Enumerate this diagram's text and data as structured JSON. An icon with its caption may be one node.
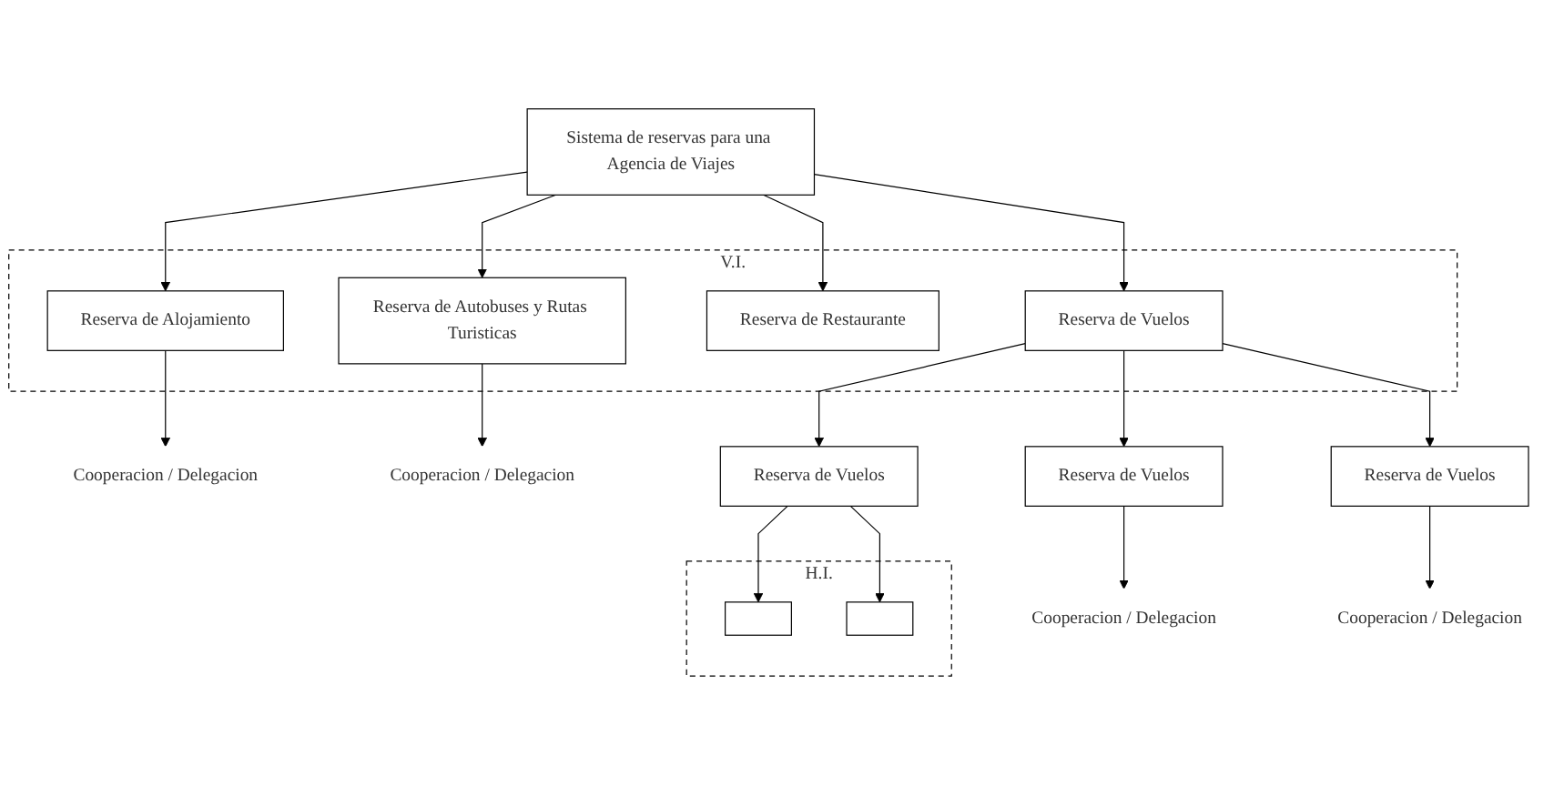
{
  "diagram": {
    "nodes": [
      {
        "text": [
          "Sistema de reservas para una Agencia de Viajes"
        ]
      },
      {
        "text": [
          "V.I."
        ]
      },
      {
        "text": [
          "Reserva de Alojamiento"
        ],
        "in": 1
      },
      {
        "text": [
          "Reserva de Vuelos"
        ],
        "in": 1
      },
      {
        "text": [
          "Reserva de Restaurante"
        ],
        "in": 1
      },
      {
        "text": [
          "Reserva de Autobuses y Rutas Turisticas"
        ],
        "in": 1
      },
      {
        "text": [
          "Cooperacion / Delegacion"
        ]
      },
      {
        "text": [
          "Cooperacion / Delegacion"
        ]
      },
      {
        "text": [
          "Reserva de Vuelos"
        ]
      },
      {
        "text": [
          "Reserva de Vuelos"
        ]
      },
      {
        "text": [
          "Reserva de Vuelos"
        ]
      },
      {
        "text": [
          "Cooperacion / Delegacion"
        ]
      },
      {
        "text": [
          "H.I."
        ]
      },
      {
        "text": [],
        "shape": "box",
        "in": 12
      },
      {
        "text": [],
        "shape": "box",
        "in": 12
      },
      {
        "text": [
          "Cooperacion / Delegacion"
        ]
      }
    ],
    "edges": [
      {
        "from": 0,
        "to": 2,
        "arrow": "to"
      },
      {
        "from": 0,
        "to": 3,
        "arrow": "to"
      },
      {
        "from": 0,
        "to": 4,
        "arrow": "to"
      },
      {
        "from": 0,
        "to": 5,
        "arrow": "to"
      },
      {
        "from": 2,
        "to": 6,
        "arrow": "to"
      },
      {
        "from": 5,
        "to": 7,
        "arrow": "to"
      },
      {
        "from": 3,
        "to": 8,
        "arrow": "to"
      },
      {
        "from": 3,
        "to": 9,
        "arrow": "to"
      },
      {
        "from": 3,
        "to": 10,
        "arrow": "to"
      },
      {
        "from": 8,
        "to": 11,
        "arrow": "to"
      },
      {
        "from": 9,
        "to": 13,
        "arrow": "to"
      },
      {
        "from": 9,
        "to": 14,
        "arrow": "to"
      },
      {
        "from": 10,
        "to": 15,
        "arrow": "to"
      }
    ]
  }
}
